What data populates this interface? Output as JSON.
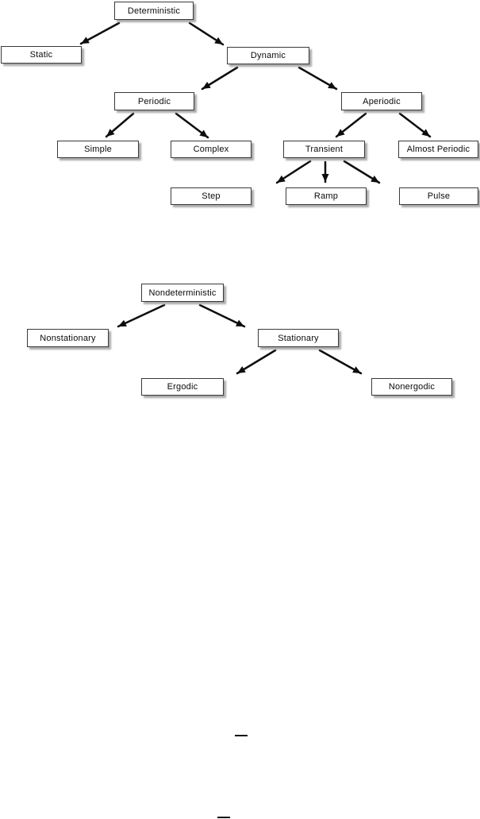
{
  "colors": {
    "background": "#ffffff",
    "box_fill": "#ffffff",
    "box_border": "#3a3a3a",
    "box_shadow": "#a9a9a9",
    "arrow": "#0d0d0d",
    "text": "#0a0a0a"
  },
  "trees": [
    {
      "name": "deterministic-signal-classification",
      "root_label": "Deterministic"
    },
    {
      "name": "nondeterministic-signal-classification",
      "root_label": "Nondeterministic"
    }
  ],
  "nodes": {
    "deterministic": {
      "label": "Deterministic"
    },
    "static": {
      "label": "Static"
    },
    "dynamic": {
      "label": "Dynamic"
    },
    "periodic": {
      "label": "Periodic"
    },
    "aperiodic": {
      "label": "Aperiodic"
    },
    "simple": {
      "label": "Simple"
    },
    "complex": {
      "label": "Complex"
    },
    "transient": {
      "label": "Transient"
    },
    "almost_periodic": {
      "label": "Almost Periodic"
    },
    "step": {
      "label": "Step"
    },
    "ramp": {
      "label": "Ramp"
    },
    "pulse": {
      "label": "Pulse"
    },
    "nondeterministic": {
      "label": "Nondeterministic"
    },
    "nonstationary": {
      "label": "Nonstationary"
    },
    "stationary": {
      "label": "Stationary"
    },
    "ergodic": {
      "label": "Ergodic"
    },
    "nonergodic": {
      "label": "Nonergodic"
    }
  },
  "edges": [
    {
      "from": "deterministic",
      "to": "static"
    },
    {
      "from": "deterministic",
      "to": "dynamic"
    },
    {
      "from": "dynamic",
      "to": "periodic"
    },
    {
      "from": "dynamic",
      "to": "aperiodic"
    },
    {
      "from": "periodic",
      "to": "simple"
    },
    {
      "from": "periodic",
      "to": "complex"
    },
    {
      "from": "aperiodic",
      "to": "transient"
    },
    {
      "from": "aperiodic",
      "to": "almost_periodic"
    },
    {
      "from": "transient",
      "to": "step"
    },
    {
      "from": "transient",
      "to": "ramp"
    },
    {
      "from": "transient",
      "to": "pulse"
    },
    {
      "from": "nondeterministic",
      "to": "nonstationary"
    },
    {
      "from": "nondeterministic",
      "to": "stationary"
    },
    {
      "from": "stationary",
      "to": "ergodic"
    },
    {
      "from": "stationary",
      "to": "nonergodic"
    }
  ]
}
